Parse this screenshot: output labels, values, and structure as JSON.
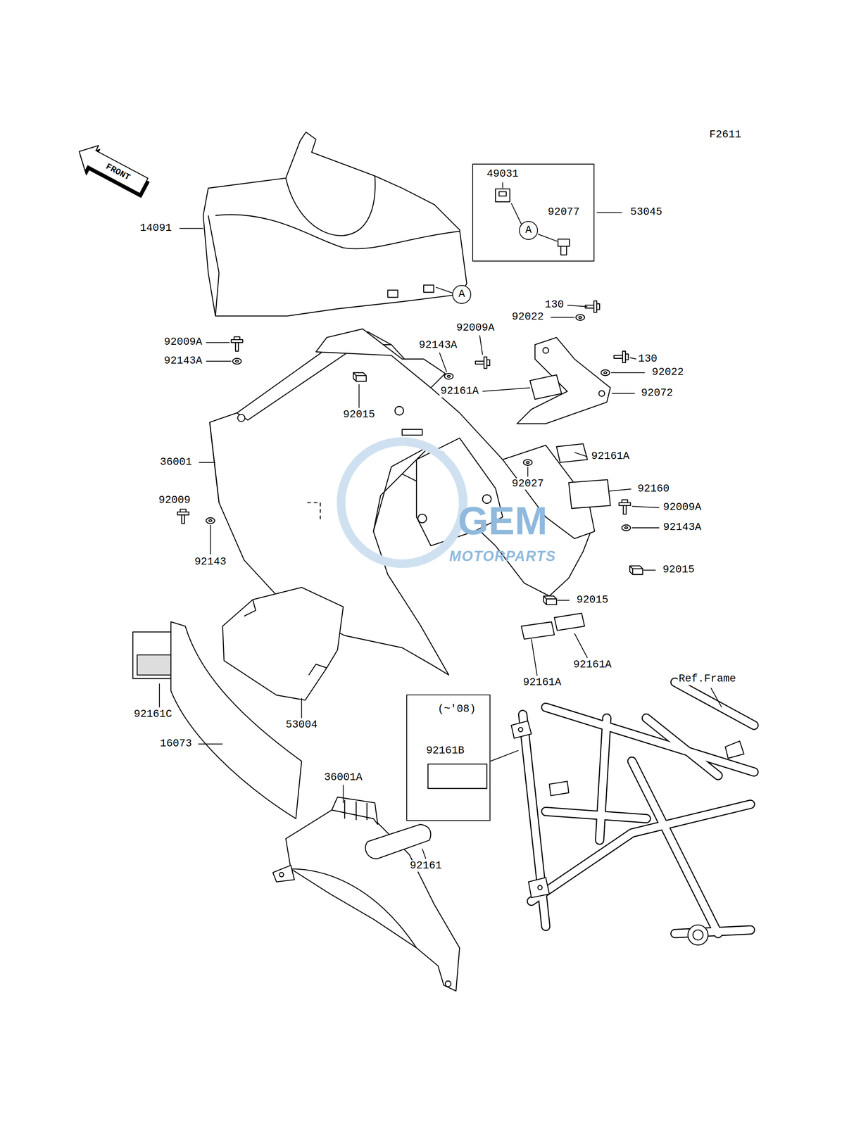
{
  "diagram": {
    "nodes": [
      {
        "text": [
          "49031",
          "92077"
        ]
      },
      {
        "text": [
          "A"
        ],
        "in": 0
      },
      {
        "text": [
          "A"
        ]
      },
      {
        "text": [
          "(~'08)",
          "92161B"
        ]
      }
    ],
    "labels": [
      "F2611",
      "FRONT",
      "14091",
      "53045",
      "130",
      "92022",
      "92009A",
      "92009A",
      "92143A",
      "130",
      "92143A",
      "92161A",
      "92022",
      "92072",
      "92015",
      "92161A",
      "36001",
      "92027",
      "92160",
      "92009",
      "92009A",
      "92143A",
      "GEM",
      "MOTORPARTS",
      "92143",
      "92015",
      "92015",
      "92161A",
      "Ref.Frame",
      "92161A",
      "92161C",
      "53004",
      "16073",
      "36001A",
      "92161"
    ]
  }
}
